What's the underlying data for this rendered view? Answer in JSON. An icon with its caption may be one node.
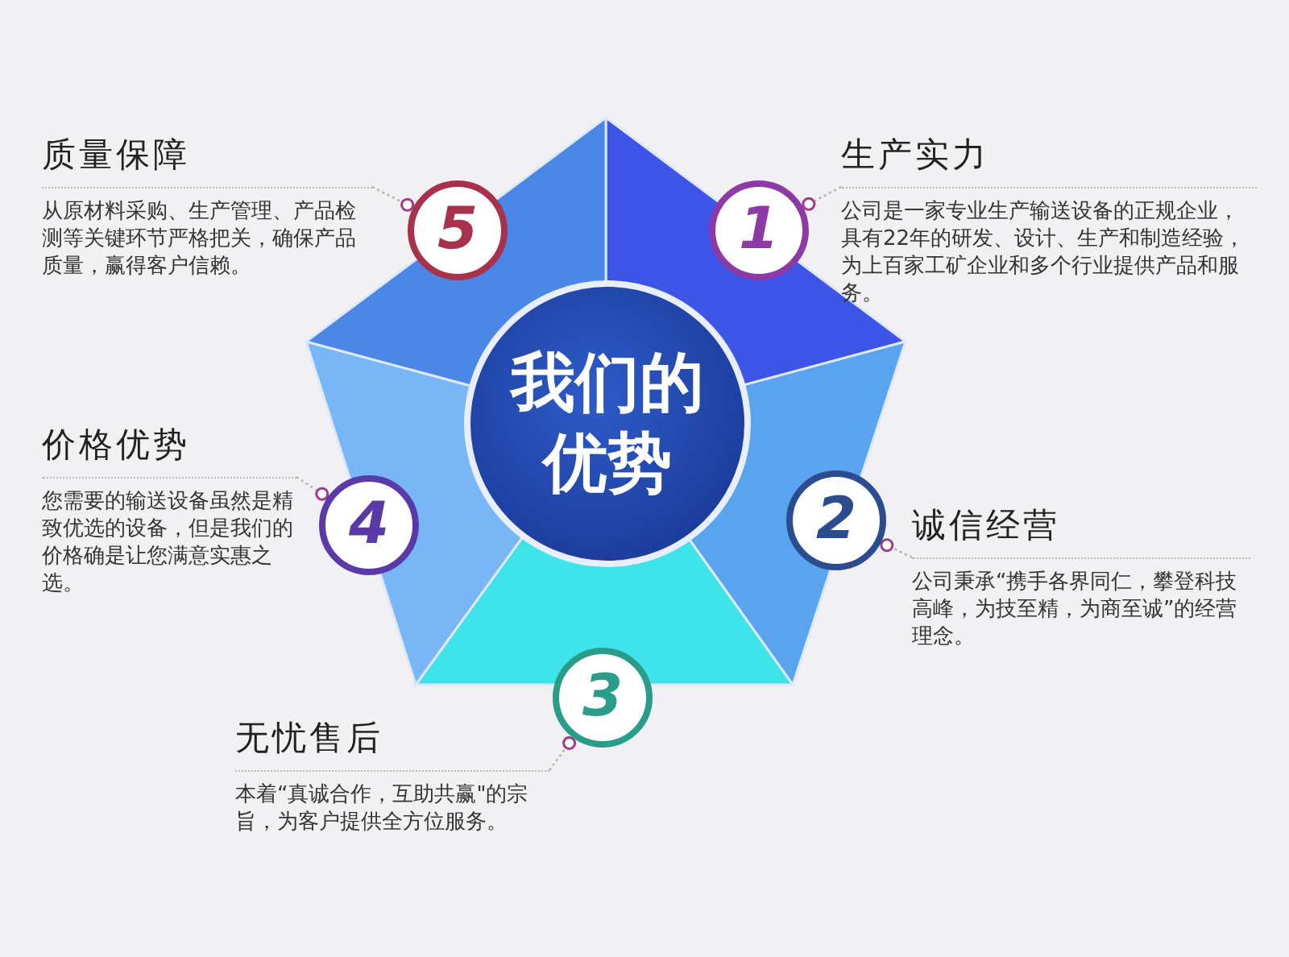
{
  "diagram": {
    "nodes": [
      {
        "text": [
          "我们的优势"
        ]
      },
      {
        "text": [
          "1"
        ]
      },
      {
        "text": [
          "生产实力",
          "公司是一家专业生产输送设备的正规企业，具有22年的研发、设计、生产和制造经验，为上百家工矿企业和多个行业提供产品和服务。"
        ]
      },
      {
        "text": [
          "2"
        ]
      },
      {
        "text": [
          "诚信经营",
          "公司秉承“携手各界同仁，攀登科技高峰，为技至精，为商至诚”的经营理念。"
        ]
      },
      {
        "text": [
          "3"
        ]
      },
      {
        "text": [
          "无忧售后",
          "本着“真诚合作，互助共赢\"的宗旨，为客户提供全方位服务。"
        ]
      },
      {
        "text": [
          "4"
        ]
      },
      {
        "text": [
          "价格优势",
          "您需要的输送设备虽然是精致优选的设备，但是我们的价格确是让您满意实惠之选。"
        ]
      },
      {
        "text": [
          "5"
        ]
      },
      {
        "text": [
          "质量保障",
          "从原材料采购、生产管理、产品检测等关键环节严格把关，确保产品质量，赢得客户信赖。"
        ]
      }
    ],
    "edges": [
      {
        "from": 2,
        "to": 1,
        "arrow": "other"
      },
      {
        "from": 4,
        "to": 3,
        "arrow": "other"
      },
      {
        "from": 6,
        "to": 5,
        "arrow": "other"
      },
      {
        "from": 8,
        "to": 7,
        "arrow": "other"
      },
      {
        "from": 10,
        "to": 9,
        "arrow": "other"
      }
    ]
  }
}
